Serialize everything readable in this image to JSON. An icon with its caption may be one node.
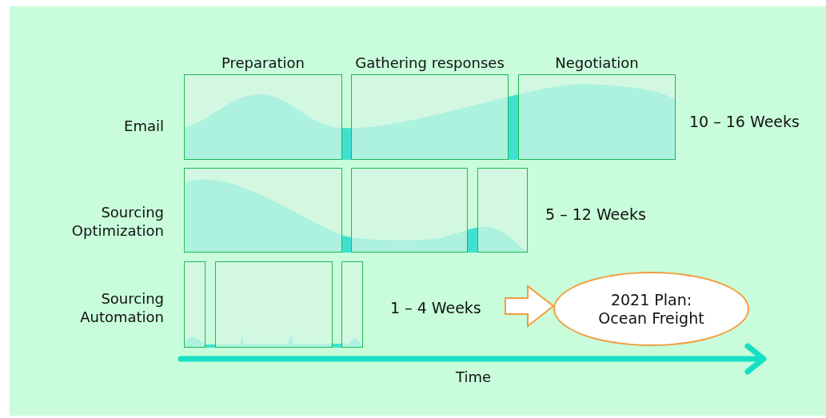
{
  "diagram": {
    "nodes": [
      {
        "text": [
          "Preparation"
        ]
      },
      {
        "text": [
          "Gathering responses"
        ]
      },
      {
        "text": [
          "Negotiation"
        ]
      },
      {
        "text": [],
        "shape": "box"
      },
      {
        "text": [],
        "shape": "box"
      },
      {
        "text": [],
        "shape": "box"
      },
      {
        "text": [],
        "shape": "box"
      },
      {
        "text": [],
        "shape": "box"
      },
      {
        "text": [],
        "shape": "box"
      },
      {
        "text": [
          "1 – 4 Weeks"
        ]
      },
      {
        "text": [
          "2021 Plan: Ocean Freight"
        ]
      }
    ],
    "edges": [
      {
        "from": 9,
        "to": 10,
        "arrow": "to"
      }
    ],
    "labels": [
      "Email",
      "10 – 16 Weeks",
      "Sourcing Optimization",
      "5 – 12 Weeks",
      "Sourcing Automation",
      "Time"
    ]
  }
}
